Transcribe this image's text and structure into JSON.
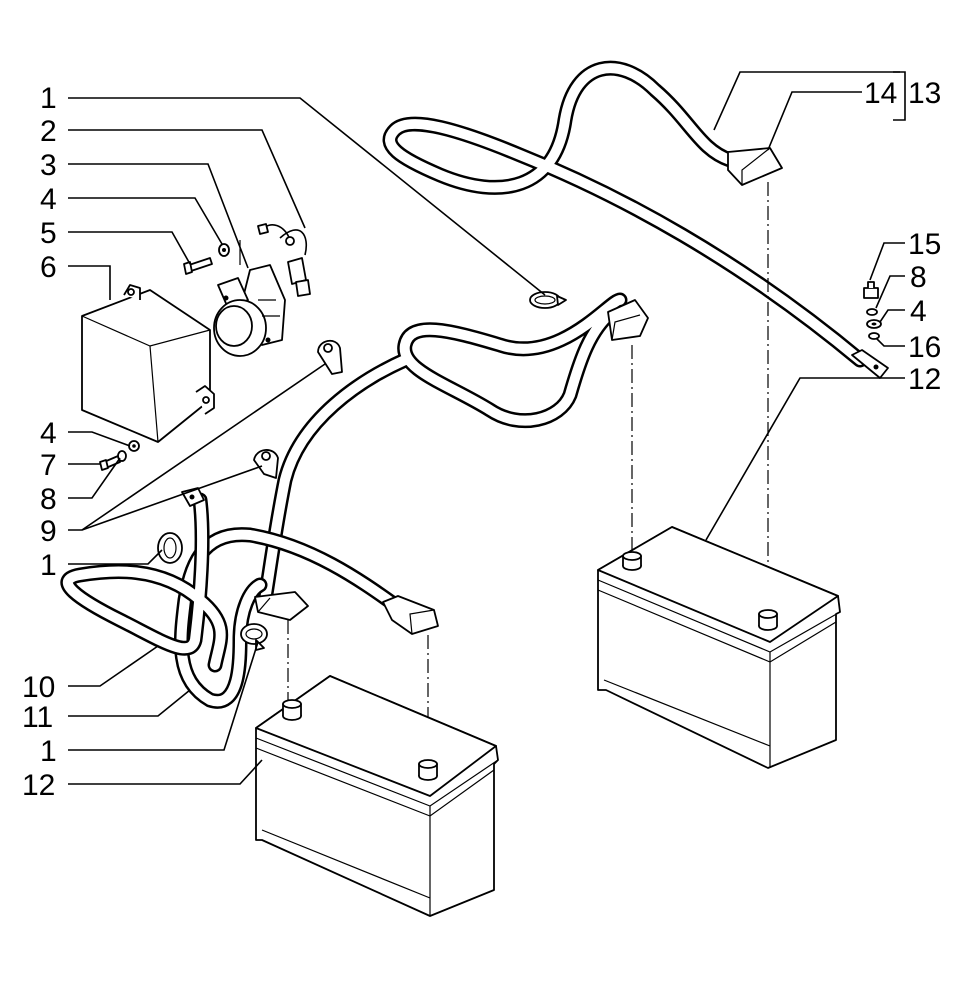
{
  "callouts": {
    "c1a": "1",
    "c2": "2",
    "c3": "3",
    "c4a": "4",
    "c5": "5",
    "c6": "6",
    "c4b": "4",
    "c7": "7",
    "c8a": "8",
    "c9": "9",
    "c1b": "1",
    "c10": "10",
    "c11": "11",
    "c1c": "1",
    "c12a": "12",
    "c14": "14",
    "c13": "13",
    "c15": "15",
    "c8b": "8",
    "c4c": "4",
    "c16": "16",
    "c12b": "12"
  }
}
